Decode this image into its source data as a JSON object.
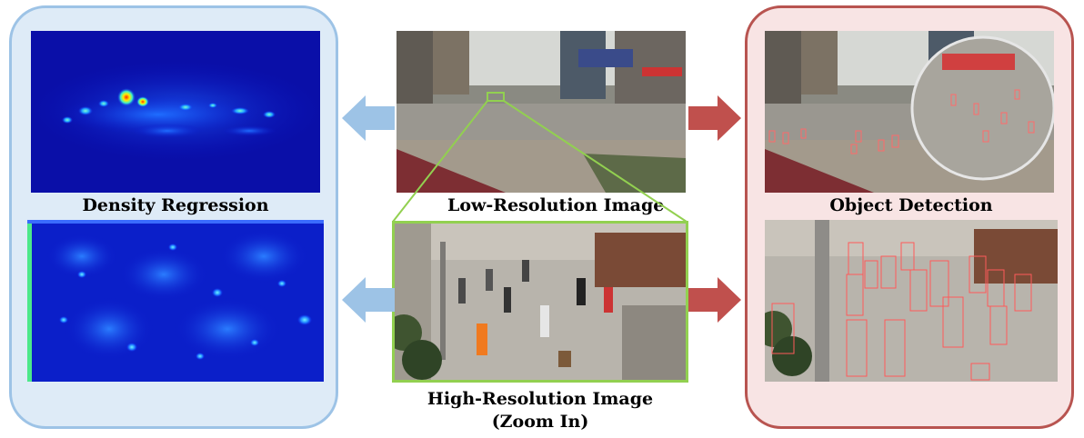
{
  "labels": {
    "density": "Density Regression",
    "low_res": "Low-Resolution Image",
    "high_res_line1": "High-Resolution Image",
    "high_res_line2": "(Zoom In)",
    "detection": "Object Detection"
  },
  "colors": {
    "left_panel_bg": "#deebf7",
    "left_panel_border": "#9dc3e6",
    "right_panel_bg": "#f8e4e4",
    "right_panel_border": "#b85450",
    "arrow_blue": "#9dc3e6",
    "arrow_red": "#c0504d",
    "zoom_green": "#92d050",
    "heatmap_bg": "#0a14c8"
  }
}
